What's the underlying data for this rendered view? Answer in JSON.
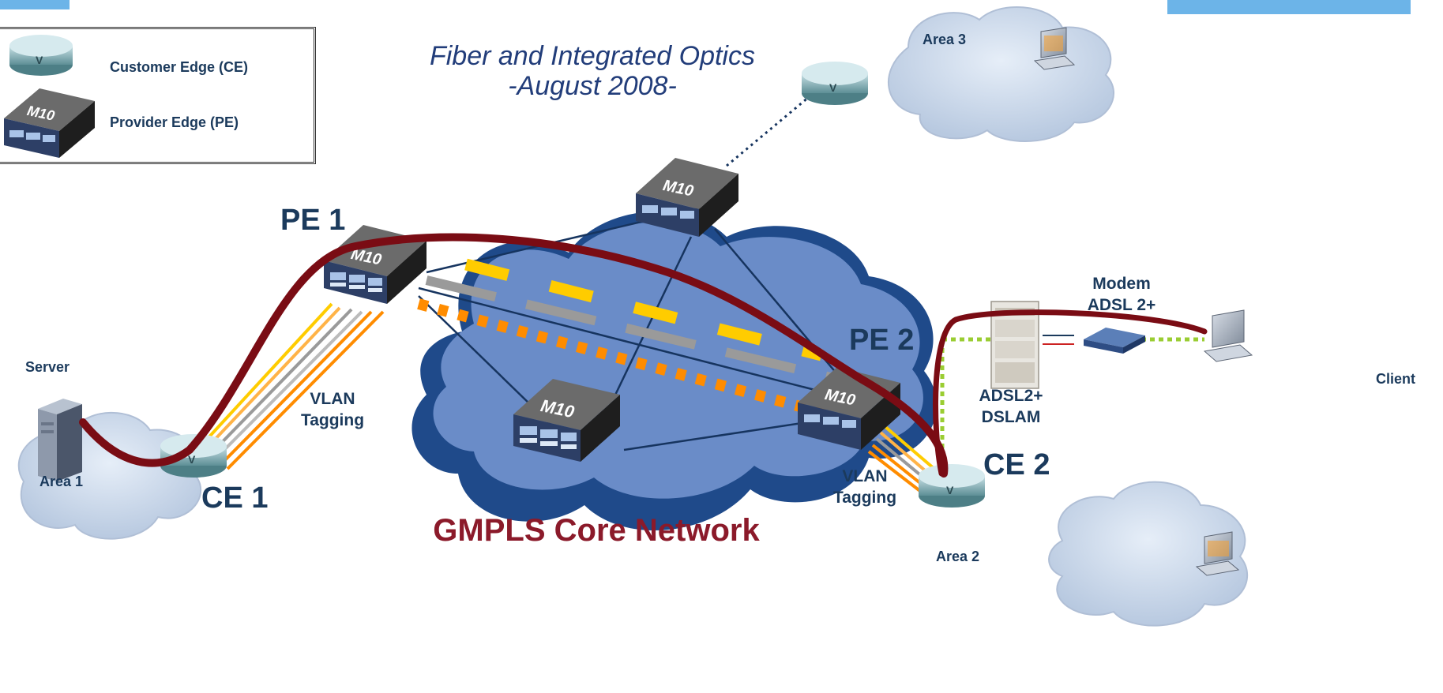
{
  "title": {
    "line1": "Fiber and Integrated Optics",
    "line2": "-August 2008-"
  },
  "legend": {
    "ce_label": "Customer Edge (CE)",
    "pe_label": "Provider Edge (PE)"
  },
  "device_text": {
    "m10": "M10",
    "router_glyph": "V"
  },
  "nodes": {
    "pe1": "PE 1",
    "pe2": "PE 2",
    "ce1": "CE 1",
    "ce2": "CE 2",
    "server": "Server",
    "client": "Client",
    "area1": "Area 1",
    "area2": "Area 2",
    "area3": "Area 3",
    "dslam_line1": "ADSL2+",
    "dslam_line2": "DSLAM",
    "modem_line1": "Modem",
    "modem_line2": "ADSL 2+"
  },
  "vlan_left": {
    "line1": "VLAN",
    "line2": "Tagging"
  },
  "vlan_right": {
    "line1": "VLAN",
    "line2": "Tagging"
  },
  "core_network": "GMPLS Core Network",
  "colors": {
    "accent_tab": "#6cb4e8",
    "core_cloud": "#6a8cc8",
    "core_cloud_dark": "#1f4a8a",
    "path": "#7a0c14",
    "label_navy": "#1b3a5c",
    "core_label": "#8b1a2a",
    "lsp_yellow": "#ffcc00",
    "lsp_orange": "#ff8c00",
    "lsp_gray": "#9a9a9a",
    "dsl_green": "#9acd32"
  }
}
